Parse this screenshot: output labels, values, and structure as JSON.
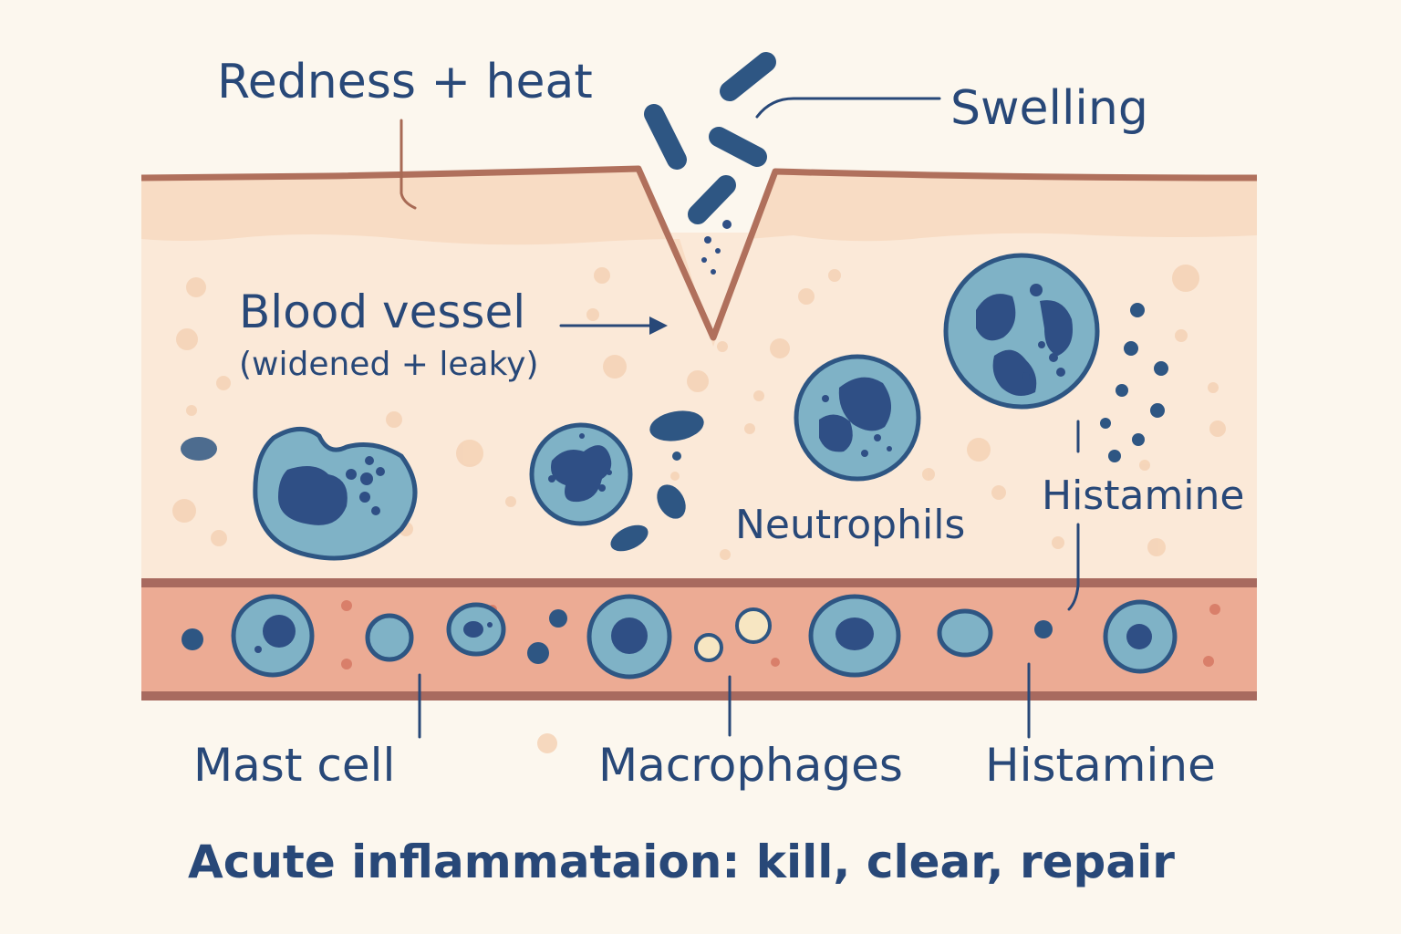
{
  "diagram": {
    "title": "Acute inflammataion: kill, clear, repair",
    "labels": {
      "redness_heat": "Redness + heat",
      "swelling": "Swelling",
      "blood_vessel": "Blood vessel",
      "blood_vessel_note": "(widened + leaky)",
      "neutrophils": "Neutrophils",
      "histamine_upper": "Histamine",
      "mast_cell": "Mast cell",
      "macrophages": "Macrophages",
      "histamine_lower": "Histamine"
    },
    "colors": {
      "background": "#fcf7ee",
      "skin_top": "#f8dcc4",
      "tissue": "#fbe9d8",
      "skin_edge": "#b0705c",
      "vessel": "#ecab94",
      "vessel_edge": "#a86a5f",
      "cell_fill": "#7fb2c6",
      "cell_outline": "#2e5683",
      "nucleus": "#2f4f85",
      "text": "#284878"
    }
  }
}
